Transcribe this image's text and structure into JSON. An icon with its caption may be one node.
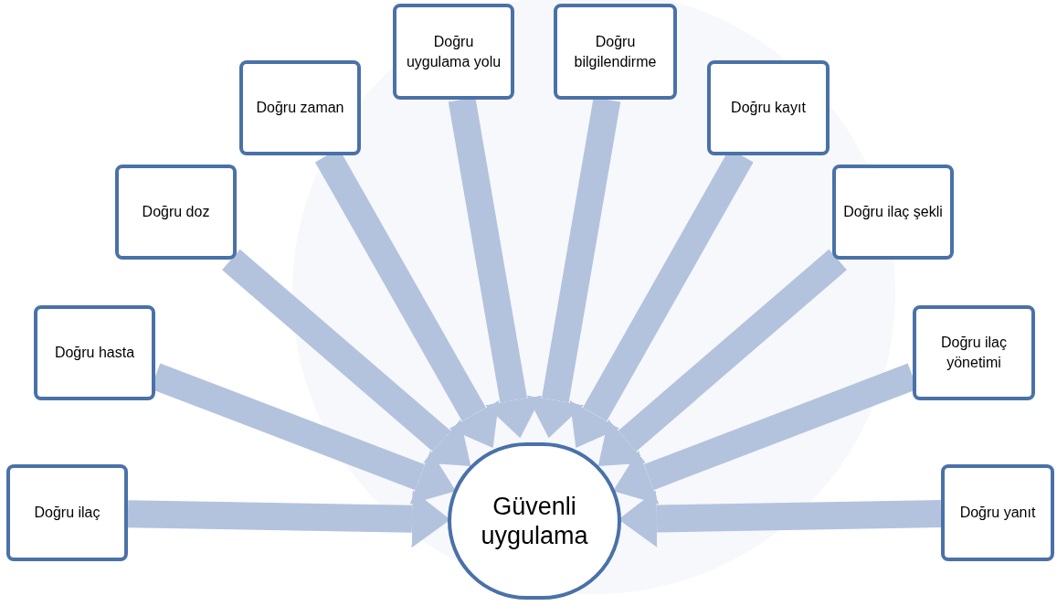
{
  "diagram": {
    "nodes": [
      {
        "text": [
          "Doğru ilaç"
        ]
      },
      {
        "text": [
          "Doğru hasta"
        ]
      },
      {
        "text": [
          "Doğru doz"
        ]
      },
      {
        "text": [
          "Doğru zaman"
        ]
      },
      {
        "text": [
          "Doğru uygulama yolu"
        ]
      },
      {
        "text": [
          "Doğru bilgilendirme"
        ]
      },
      {
        "text": [
          "Doğru kayıt"
        ]
      },
      {
        "text": [
          "Doğru ilaç şekli"
        ]
      },
      {
        "text": [
          "Doğru ilaç yönetimi"
        ]
      },
      {
        "text": [
          "Doğru yanıt"
        ]
      },
      {
        "text": [
          "Güvenli uygulama"
        ]
      }
    ],
    "edges": [
      {
        "from": 0,
        "to": 10,
        "arrow": "to"
      },
      {
        "from": 1,
        "to": 10,
        "arrow": "to"
      },
      {
        "from": 2,
        "to": 10,
        "arrow": "to"
      },
      {
        "from": 3,
        "to": 10,
        "arrow": "to"
      },
      {
        "from": 4,
        "to": 10,
        "arrow": "to"
      },
      {
        "from": 5,
        "to": 10,
        "arrow": "to"
      },
      {
        "from": 6,
        "to": 10,
        "arrow": "to"
      },
      {
        "from": 7,
        "to": 10,
        "arrow": "to"
      },
      {
        "from": 8,
        "to": 10,
        "arrow": "to"
      },
      {
        "from": 9,
        "to": 10,
        "arrow": "to"
      }
    ]
  }
}
